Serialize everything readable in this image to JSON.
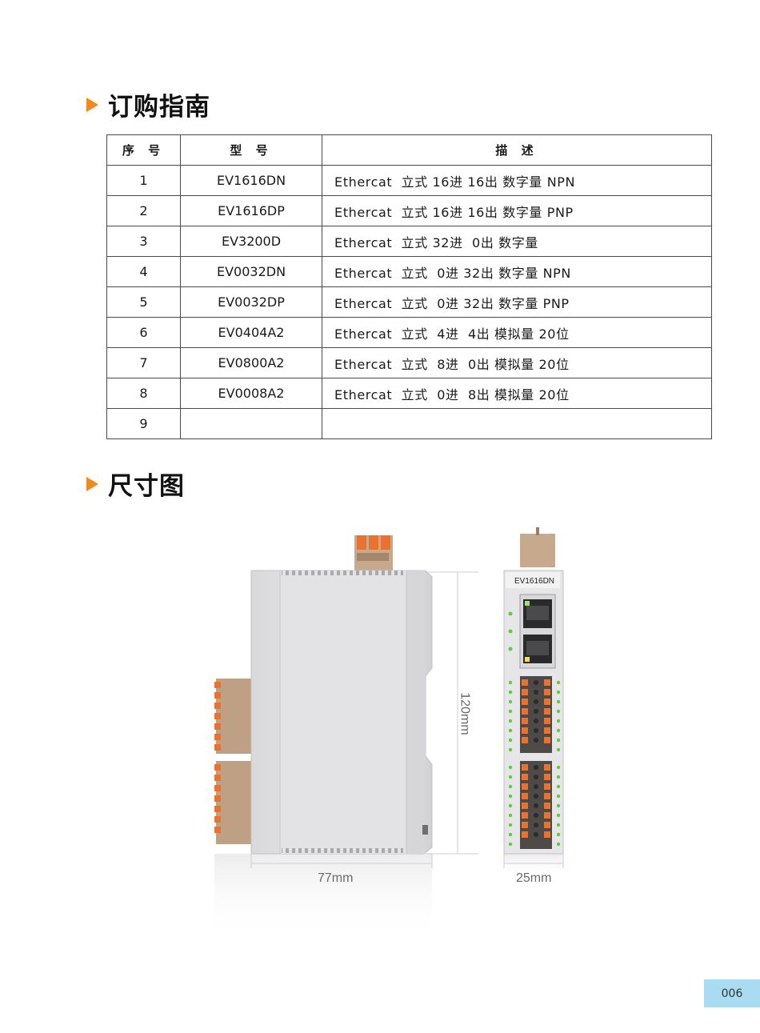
{
  "sections": {
    "order_title": "订购指南",
    "dim_title": "尺寸图"
  },
  "table": {
    "headers": [
      "序 号",
      "型 号",
      "描 述"
    ],
    "rows": [
      {
        "no": "1",
        "model": "EV1616DN",
        "desc": "Ethercat  立式 16进 16出 数字量 NPN"
      },
      {
        "no": "2",
        "model": "EV1616DP",
        "desc": "Ethercat  立式 16进 16出 数字量 PNP"
      },
      {
        "no": "3",
        "model": "EV3200D",
        "desc": "Ethercat  立式 32进  0出 数字量"
      },
      {
        "no": "4",
        "model": "EV0032DN",
        "desc": "Ethercat  立式  0进 32出 数字量 NPN"
      },
      {
        "no": "5",
        "model": "EV0032DP",
        "desc": "Ethercat  立式  0进 32出 数字量 PNP"
      },
      {
        "no": "6",
        "model": "EV0404A2",
        "desc": "Ethercat  立式  4进  4出 模拟量 20位"
      },
      {
        "no": "7",
        "model": "EV0800A2",
        "desc": "Ethercat  立式  8进  0出 模拟量 20位"
      },
      {
        "no": "8",
        "model": "EV0008A2",
        "desc": "Ethercat  立式  0进  8出 模拟量 20位"
      },
      {
        "no": "9",
        "model": "",
        "desc": ""
      }
    ]
  },
  "figure": {
    "device_label": "EV1616DN",
    "height_label": "120mm",
    "depth_label": "77mm",
    "width_label": "25mm"
  },
  "page_number": "006",
  "colors": {
    "accent": "#f08a1c",
    "page_badge": "#a9dcf2",
    "terminal_orange": "#e8722e",
    "led_green": "#5ccf3a"
  }
}
